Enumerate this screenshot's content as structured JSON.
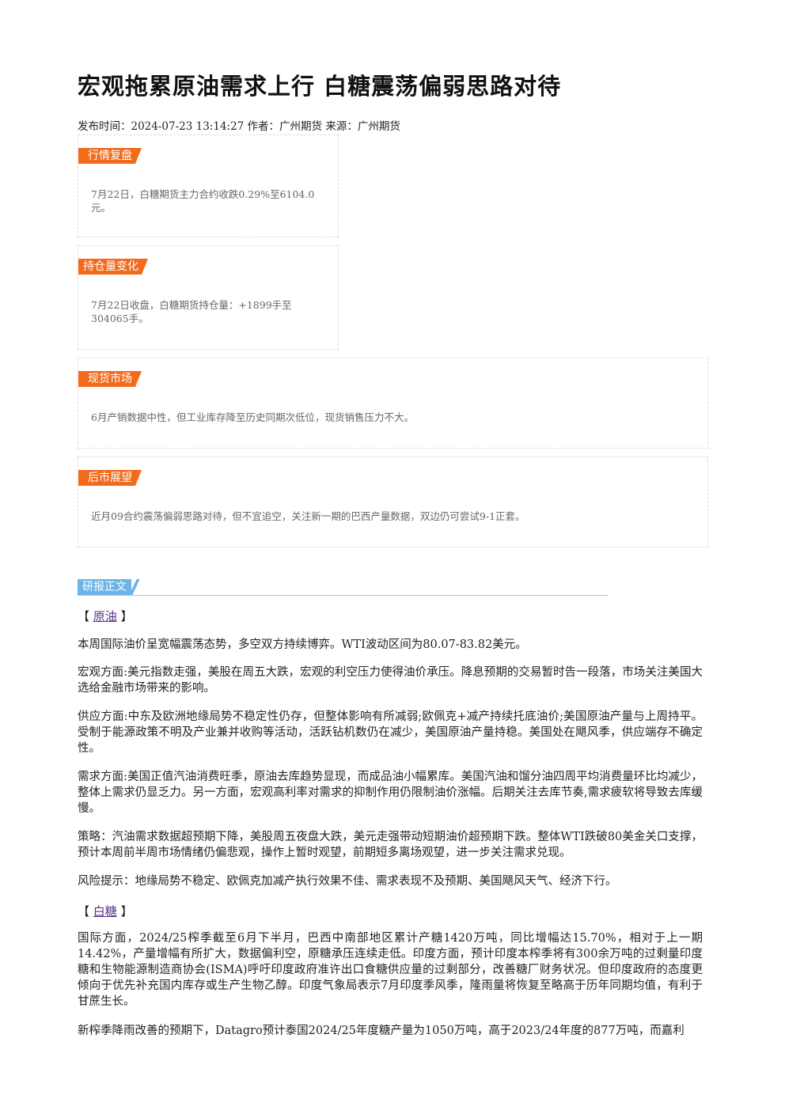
{
  "article": {
    "title": "宏观拖累原油需求上行 白糖震荡偏弱思路对待",
    "meta": "发布时间：2024-07-23 13:14:27 作者：广州期货 来源：广州期货"
  },
  "boxes": [
    {
      "tag": "行情复盘",
      "text": "7月22日，白糖期货主力合约收跌0.29%至6104.0元。"
    },
    {
      "tag": "持仓量变化",
      "text": "7月22日收盘，白糖期货持仓量：+1899手至304065手。"
    },
    {
      "tag": "现货市场",
      "text": "6月产销数据中性，但工业库存降至历史同期次低位，现货销售压力不大。"
    },
    {
      "tag": "后市展望",
      "text": "近月09合约震荡偏弱思路对待，但不宜追空，关注新一期的巴西产量数据，双边仍可尝试9-1正套。"
    }
  ],
  "report": {
    "section_label": "研报正文",
    "oil_bracket": {
      "open": "【",
      "name": "原油",
      "close": "】"
    },
    "oil_paragraphs": [
      "本周国际油价呈宽幅震荡态势，多空双方持续博弈。WTI波动区间为80.07-83.82美元。",
      "宏观方面:美元指数走强，美股在周五大跌，宏观的利空压力使得油价承压。降息预期的交易暂时告一段落，市场关注美国大选给金融市场带来的影响。",
      "供应方面:中东及欧洲地缘局势不稳定性仍存，但整体影响有所减弱;欧佩克+减产持续托底油价;美国原油产量与上周持平。受制于能源政策不明及产业兼并收购等活动，活跃钻机数仍在减少，美国原油产量持稳。美国处在飓风季，供应端存不确定性。",
      "需求方面:美国正值汽油消费旺季，原油去库趋势显现，而成品油小幅累库。美国汽油和馏分油四周平均消费量环比均减少，整体上需求仍显乏力。另一方面，宏观高利率对需求的抑制作用仍限制油价涨幅。后期关注去库节奏,需求疲软将导致去库缓慢。",
      "策略：汽油需求数据超预期下降，美股周五夜盘大跌，美元走强带动短期油价超预期下跌。整体WTI跌破80美金关口支撑，预计本周前半周市场情绪仍偏悲观，操作上暂时观望，前期短多离场观望，进一步关注需求兑现。",
      "风险提示：地缘局势不稳定、欧佩克加减产执行效果不佳、需求表现不及预期、美国飓风天气、经济下行。"
    ],
    "sugar_bracket": {
      "open": "【",
      "name": "白糖",
      "close": "】"
    },
    "sugar_paragraphs": [
      "国际方面，2024/25榨季截至6月下半月，巴西中南部地区累计产糖1420万吨，同比增幅达15.70%，相对于上一期14.42%，产量增幅有所扩大，数据偏利空，原糖承压连续走低。印度方面，预计印度本榨季将有300余万吨的过剩量印度糖和生物能源制造商协会(ISMA)呼吁印度政府准许出口食糖供应量的过剩部分，改善糖厂财务状况。但印度政府的态度更倾向于优先补充国内库存或生产生物乙醇。印度气象局表示7月印度季风季，隆雨量将恢复至略高于历年同期均值，有利于甘蔗生长。",
      "新榨季降雨改善的预期下，Datagro预计泰国2024/25年度糖产量为1050万吨，高于2023/24年度的877万吨，而嘉利"
    ]
  }
}
